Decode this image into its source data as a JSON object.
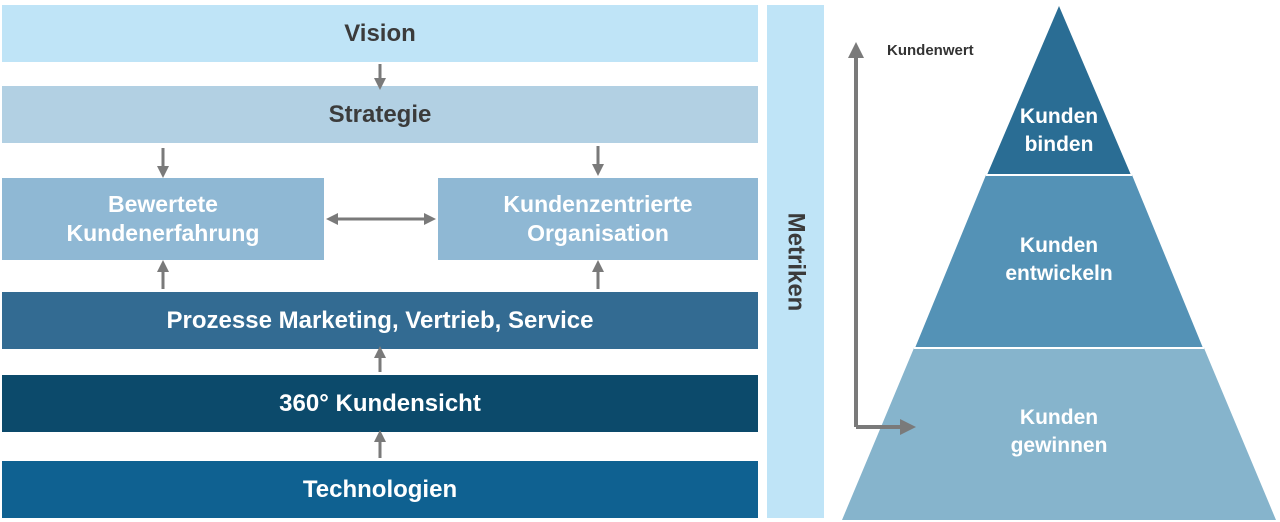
{
  "framework": {
    "vision": "Vision",
    "strategie": "Strategie",
    "bewertete_kundenerfahrung": [
      "Bewertete",
      "Kundenerfahrung"
    ],
    "kundenzentrierte_organisation": [
      "Kundenzentrierte",
      "Organisation"
    ],
    "prozesse": "Prozesse Marketing, Vertrieb, Service",
    "kundensicht": "360° Kundensicht",
    "technologien": "Technologien",
    "metriken": "Metriken"
  },
  "pyramid": {
    "axis_label": "Kundenwert",
    "tiers": [
      {
        "line1": "Kunden",
        "line2": "binden",
        "color": "#2a6d94"
      },
      {
        "line1": "Kunden",
        "line2": "entwickeln",
        "color": "#5492b6"
      },
      {
        "line1": "Kunden",
        "line2": "gewinnen",
        "color": "#86b4cc"
      }
    ]
  },
  "colors": {
    "arrow": "#7a7a7a"
  }
}
